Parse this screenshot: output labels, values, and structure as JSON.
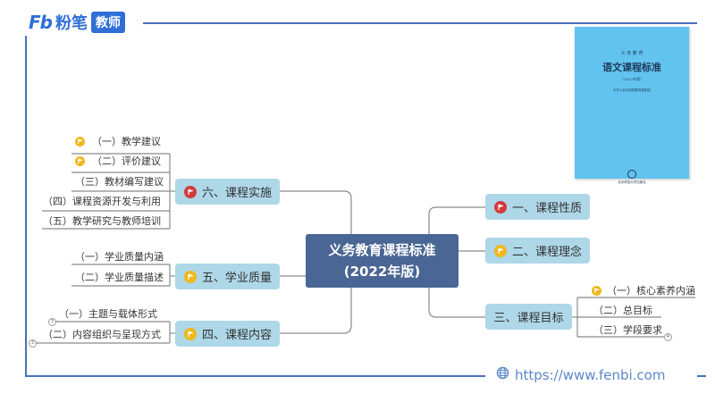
{
  "logo": {
    "fb": "Fb",
    "name": "粉笔",
    "badge": "教师"
  },
  "book": {
    "series": "义 务 教 育",
    "title": "语文课程标准",
    "edition": "（2022年版）",
    "publisher_line": "中华人民共和国教育部制定",
    "publisher": "北京师范大学出版社"
  },
  "central": {
    "line1": "义务教育课程标准",
    "line2": "(2022年版)"
  },
  "right_branches": {
    "nature": "一、课程性质",
    "concept": "二、课程理念",
    "goals": {
      "label": "三、课程目标",
      "children": [
        "（一）核心素养内涵",
        "（二）总目标",
        "（三）学段要求"
      ],
      "collapse_count": "4"
    }
  },
  "left_branches": {
    "implementation": {
      "label": "六、课程实施",
      "children": [
        "（一）教学建议",
        "（二）评价建议",
        "（三）教材编写建议",
        "（四）课程资源开发与利用",
        "（五）教学研究与教师培训"
      ]
    },
    "quality": {
      "label": "五、学业质量",
      "children": [
        "（一）学业质量内涵",
        "（二）学业质量描述"
      ]
    },
    "content": {
      "label": "四、课程内容",
      "children": [
        "（一）主题与载体形式",
        "（二）内容组织与呈现方式"
      ],
      "collapse_counts": [
        "3",
        "3"
      ]
    }
  },
  "footer": {
    "url": "https://www.fenbi.com"
  },
  "colors": {
    "frame": "#4a6fbf",
    "central": "#4a6694",
    "branch": "#aed7e8",
    "flag_red": "#d33a3a",
    "flag_yellow": "#f0b81c"
  }
}
